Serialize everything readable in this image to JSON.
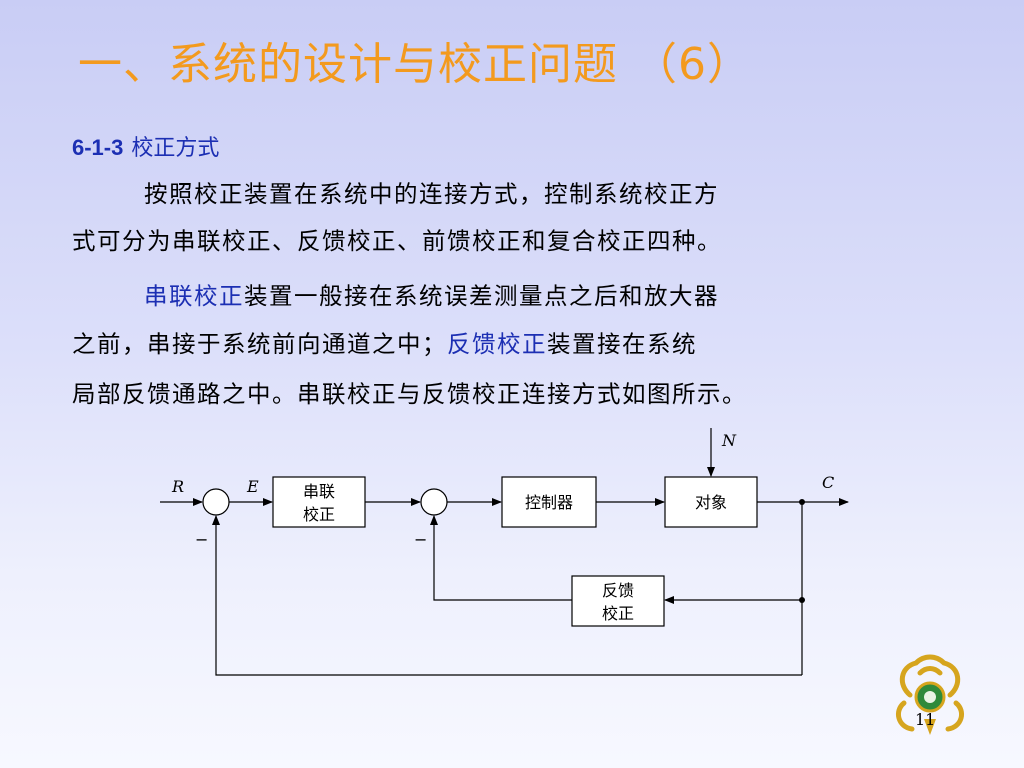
{
  "title": "一、系统的设计与校正问题 （6）",
  "section": {
    "number": "6-1-3",
    "title": "校正方式"
  },
  "paragraph1": {
    "line1": "按照校正装置在系统中的连接方式，控制系统校正方",
    "line2": "式可分为串联校正、反馈校正、前馈校正和复合校正四种。"
  },
  "paragraph2": {
    "line1_hl": "串联校正",
    "line1_rest": "装置一般接在系统误差测量点之后和放大器",
    "line2_pre": "之前，串接于系统前向通道之中；",
    "line2_hl": "反馈校正",
    "line2_post": "装置接在系统",
    "line3": "局部反馈通路之中。串联校正与反馈校正连接方式如图所示。"
  },
  "diagram": {
    "label_R": "R",
    "label_E": "E",
    "label_N": "N",
    "label_C": "C",
    "minus1": "−",
    "minus2": "−",
    "series_block_line1": "串联",
    "series_block_line2": "校正",
    "controller_block": "控制器",
    "plant_block": "对象",
    "feedback_block_line1": "反馈",
    "feedback_block_line2": "校正"
  },
  "page_number": "11",
  "colors": {
    "title": "#f39a1e",
    "highlight": "#1c2fb3",
    "text": "#000000"
  }
}
